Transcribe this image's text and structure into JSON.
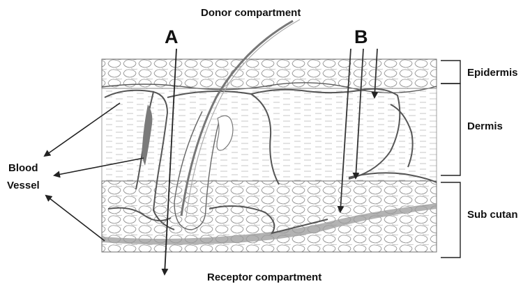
{
  "labels": {
    "donor": "Donor compartment",
    "receptor": "Receptor compartment",
    "route_a": "A",
    "route_b": "B",
    "blood_line1": "Blood",
    "blood_line2": "Vessel"
  },
  "layers": [
    {
      "id": "epidermis",
      "label": "Epidermis"
    },
    {
      "id": "dermis",
      "label": "Dermis"
    },
    {
      "id": "subcutan",
      "label": "Sub cutan"
    }
  ],
  "colors": {
    "ink": "#2b2b2b",
    "pencil": "#6e6e6e",
    "shade": "#9a9a9a",
    "background": "#ffffff"
  }
}
